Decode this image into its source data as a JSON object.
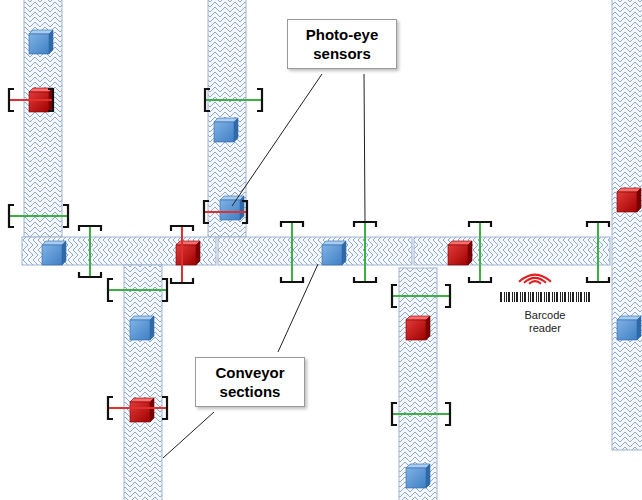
{
  "diagram": {
    "nodes": [
      {
        "text": [
          "Photo-eye sensors"
        ]
      },
      {
        "text": [
          "Conveyor sections"
        ]
      }
    ],
    "labels": [
      "Barcode reader"
    ]
  }
}
